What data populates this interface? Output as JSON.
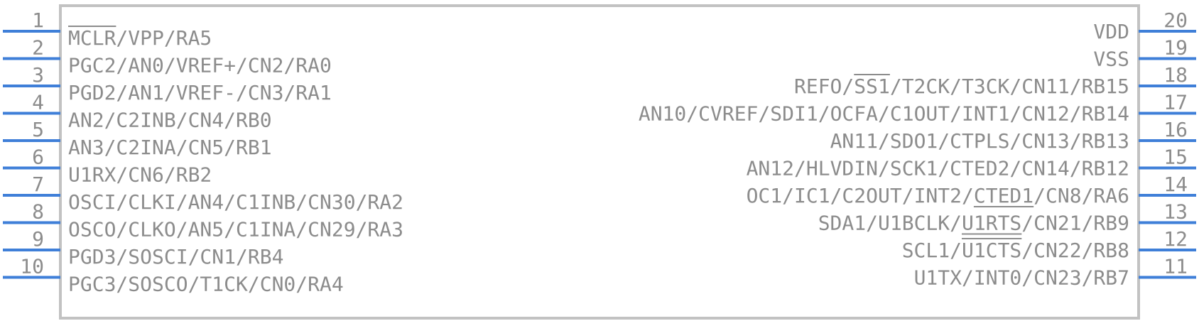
{
  "component": {
    "left_pins": [
      {
        "num": "1",
        "label": "MCLR/VPP/RA5",
        "overbar": "MCLR"
      },
      {
        "num": "2",
        "label": "PGC2/AN0/VREF+/CN2/RA0"
      },
      {
        "num": "3",
        "label": "PGD2/AN1/VREF-/CN3/RA1"
      },
      {
        "num": "4",
        "label": "AN2/C2INB/CN4/RB0"
      },
      {
        "num": "5",
        "label": "AN3/C2INA/CN5/RB1"
      },
      {
        "num": "6",
        "label": "U1RX/CN6/RB2"
      },
      {
        "num": "7",
        "label": "OSCI/CLKI/AN4/C1INB/CN30/RA2"
      },
      {
        "num": "8",
        "label": "OSCO/CLKO/AN5/C1INA/CN29/RA3"
      },
      {
        "num": "9",
        "label": "PGD3/SOSCI/CN1/RB4"
      },
      {
        "num": "10",
        "label": "PGC3/SOSCO/T1CK/CN0/RA4"
      }
    ],
    "right_pins": [
      {
        "num": "20",
        "label": "VDD"
      },
      {
        "num": "19",
        "label": "VSS"
      },
      {
        "num": "18",
        "label": "REFO/SS1/T2CK/T3CK/CN11/RB15",
        "overbar": "SS1"
      },
      {
        "num": "17",
        "label": "AN10/CVREF/SDI1/OCFA/C1OUT/INT1/CN12/RB14"
      },
      {
        "num": "16",
        "label": "AN11/SDO1/CTPLS/CN13/RB13"
      },
      {
        "num": "15",
        "label": "AN12/HLVDIN/SCK1/CTED2/CN14/RB12"
      },
      {
        "num": "14",
        "label": "OC1/IC1/C2OUT/INT2/CTED1/CN8/RA6",
        "underline": "CTED1"
      },
      {
        "num": "13",
        "label": "SDA1/U1BCLK/U1RTS/CN21/RB9",
        "underline": "U1RTS"
      },
      {
        "num": "12",
        "label": "SCL1/U1CTS/CN22/RB8",
        "overbar": "U1CTS"
      },
      {
        "num": "11",
        "label": "U1TX/INT0/CN23/RB7"
      }
    ],
    "colors": {
      "pin_line": "#3f7fd8",
      "body_outline": "#c2c2c2",
      "text": "#8c8c8c"
    }
  }
}
